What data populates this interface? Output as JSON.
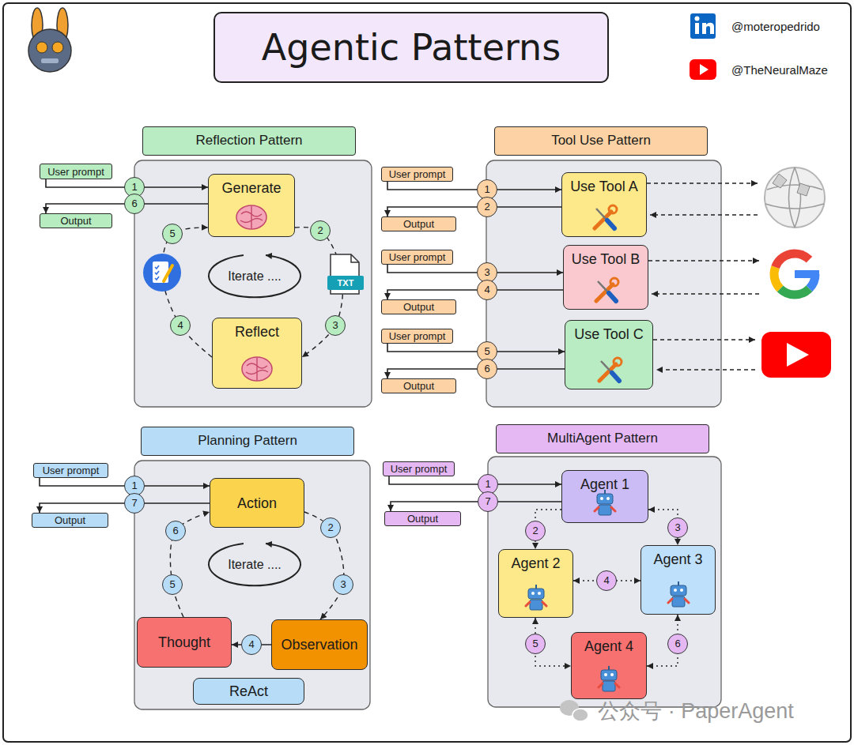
{
  "diagram": {
    "title": "Agentic Patterns",
    "nodes": [
      {
        "text": [
          "Reflection Pattern"
        ]
      },
      {
        "text": [
          "Generate"
        ],
        "in": 0
      },
      {
        "text": [
          "Reflect"
        ],
        "in": 0
      },
      {
        "text": [
          "User prompt"
        ]
      },
      {
        "text": [
          "Output"
        ]
      },
      {
        "text": [
          "Tool Use Pattern"
        ]
      },
      {
        "text": [
          "Use Tool A"
        ],
        "in": 5
      },
      {
        "text": [
          "Use Tool B"
        ],
        "in": 5
      },
      {
        "text": [
          "Use Tool C"
        ],
        "in": 5
      },
      {
        "text": [
          "User prompt"
        ]
      },
      {
        "text": [
          "Output"
        ]
      },
      {
        "text": [
          "User prompt"
        ]
      },
      {
        "text": [
          "Output"
        ]
      },
      {
        "text": [
          "User prompt"
        ]
      },
      {
        "text": [
          "Output"
        ]
      },
      {
        "text": [
          "Planning Pattern"
        ]
      },
      {
        "text": [
          "Action"
        ],
        "in": 15
      },
      {
        "text": [
          "Observation"
        ],
        "in": 15
      },
      {
        "text": [
          "Thought"
        ],
        "in": 15
      },
      {
        "text": [
          "ReAct"
        ],
        "in": 15
      },
      {
        "text": [
          "User prompt"
        ]
      },
      {
        "text": [
          "Output"
        ]
      },
      {
        "text": [
          "MultiAgent Pattern"
        ]
      },
      {
        "text": [
          "Agent 1"
        ],
        "in": 22
      },
      {
        "text": [
          "Agent 2"
        ],
        "in": 22
      },
      {
        "text": [
          "Agent 3"
        ],
        "in": 22
      },
      {
        "text": [
          "Agent 4"
        ],
        "in": 22
      },
      {
        "text": [
          "User prompt"
        ]
      },
      {
        "text": [
          "Output"
        ]
      }
    ],
    "edges": [
      {
        "from": 3,
        "to": 1,
        "arrow": "to",
        "label": "1"
      },
      {
        "from": 1,
        "to": 4,
        "arrow": "to",
        "label": "6"
      },
      {
        "from": 1,
        "to": 2,
        "arrow": "to"
      },
      {
        "from": 2,
        "to": 1,
        "arrow": "to"
      },
      {
        "from": 9,
        "to": 6,
        "arrow": "to",
        "label": "1"
      },
      {
        "from": 6,
        "to": 10,
        "arrow": "to",
        "label": "2"
      },
      {
        "from": 11,
        "to": 7,
        "arrow": "to",
        "label": "3"
      },
      {
        "from": 7,
        "to": 12,
        "arrow": "to",
        "label": "4"
      },
      {
        "from": 13,
        "to": 8,
        "arrow": "to",
        "label": "5"
      },
      {
        "from": 8,
        "to": 14,
        "arrow": "to",
        "label": "6"
      },
      {
        "from": 20,
        "to": 16,
        "arrow": "to",
        "label": "1"
      },
      {
        "from": 16,
        "to": 21,
        "arrow": "to",
        "label": "7"
      },
      {
        "from": 16,
        "to": 17,
        "arrow": "to"
      },
      {
        "from": 17,
        "to": 18,
        "arrow": "to",
        "label": "4"
      },
      {
        "from": 18,
        "to": 16,
        "arrow": "to"
      },
      {
        "from": 27,
        "to": 23,
        "arrow": "to",
        "label": "1"
      },
      {
        "from": 23,
        "to": 28,
        "arrow": "to",
        "label": "7"
      },
      {
        "from": 23,
        "to": 24,
        "arrow": "to",
        "label": "2"
      },
      {
        "from": 23,
        "to": 25,
        "arrow": "both",
        "label": "3"
      },
      {
        "from": 24,
        "to": 25,
        "arrow": "both",
        "label": "4"
      },
      {
        "from": 24,
        "to": 26,
        "arrow": "both",
        "label": "5"
      },
      {
        "from": 25,
        "to": 26,
        "arrow": "both",
        "label": "6"
      }
    ],
    "labels": [
      "@moteropedrido",
      "@TheNeuralMaze",
      "Iterate ....",
      "TXT",
      "2",
      "3",
      "4",
      "5",
      "Iterate ....",
      "2",
      "3",
      "5",
      "6",
      "公众号 · PaperAgent"
    ]
  }
}
